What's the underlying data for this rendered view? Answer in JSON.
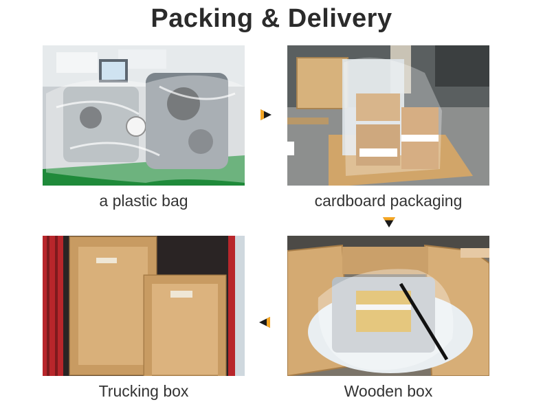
{
  "page": {
    "title": "Packing & Delivery"
  },
  "steps": [
    {
      "caption": "a plastic bag"
    },
    {
      "caption": "cardboard packaging"
    },
    {
      "caption": "Trucking box"
    },
    {
      "caption": "Wooden box"
    }
  ],
  "colors": {
    "arrow_dark": "#1a1a1a",
    "arrow_accent": "#f5a623",
    "wood": "#d9b07a",
    "plastic": "#dfe6ea",
    "truck_red": "#b8262b",
    "floor_green": "#1f8a3a"
  },
  "icons": {
    "flow_arrows": [
      "triangle-right-icon",
      "triangle-down-icon",
      "triangle-left-icon"
    ]
  }
}
